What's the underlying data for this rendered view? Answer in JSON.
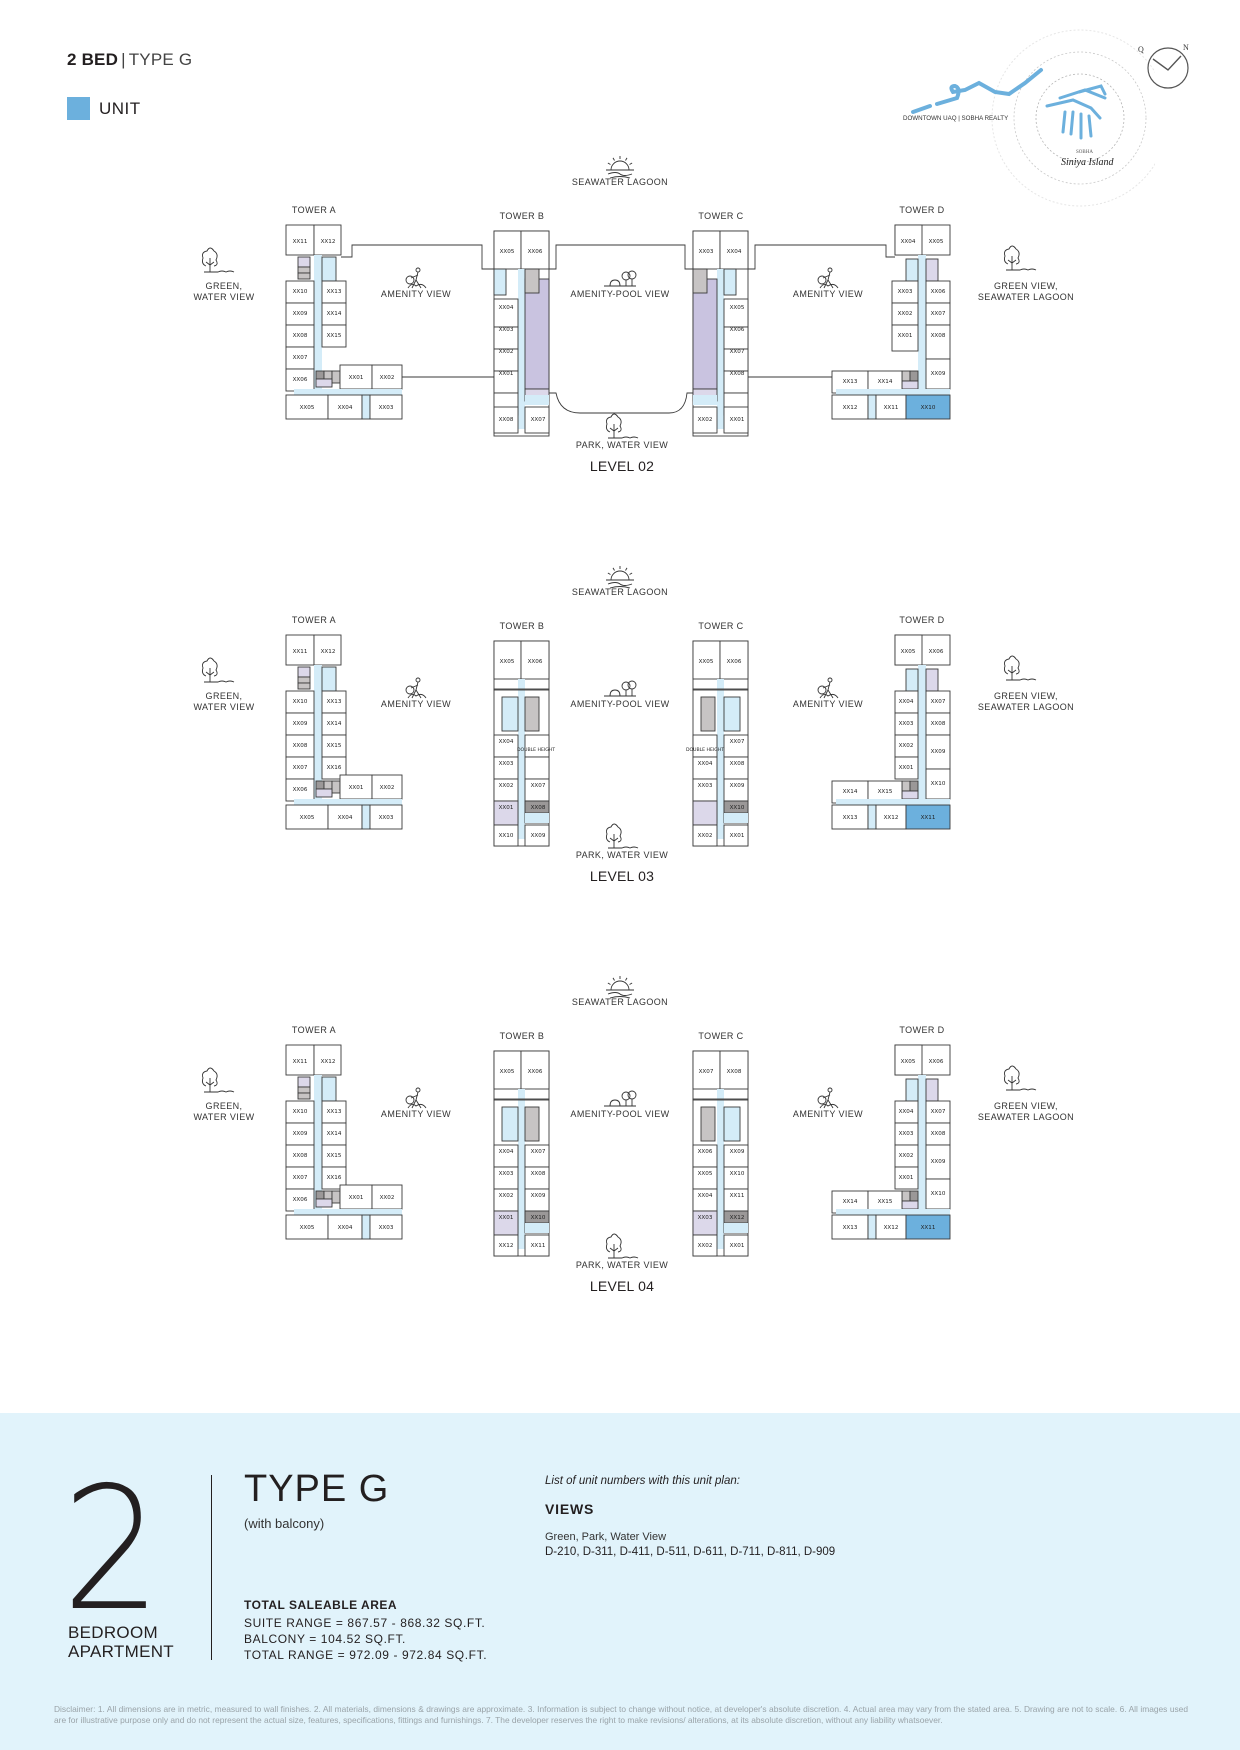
{
  "header": {
    "bed": "2 BED",
    "separator": "|",
    "type": "TYPE G"
  },
  "legend": {
    "label": "UNIT",
    "color": "#6cb0dd"
  },
  "location_map": {
    "caption": "DOWNTOWN UAQ | SOBHA REALTY",
    "brand_small": "SOBHA",
    "brand_script": "Siniya Island",
    "compass_left": "Q",
    "compass_right": "N"
  },
  "colors": {
    "unit_highlight": "#6cb0dd",
    "corridor": "#d4ecf8",
    "core_light": "#dcd8ea",
    "core_grey": "#c7c4c4",
    "core_dark": "#9b9898",
    "double_height": "#c9c3e0",
    "wall": "#3a3a3a",
    "info_bg": "#e1f3fb"
  },
  "views": {
    "top": "SEAWATER LAGOON",
    "bottom": "PARK, WATER VIEW",
    "left": [
      "GREEN,",
      "WATER VIEW"
    ],
    "right": [
      "GREEN VIEW,",
      "SEAWATER LAGOON"
    ],
    "amenity": "AMENITY VIEW",
    "amenity_pool": "AMENITY-POOL VIEW"
  },
  "levels": [
    {
      "title": "LEVEL 02",
      "towers": {
        "A": {
          "label": "TOWER A",
          "units": [
            "XX11",
            "XX12",
            "XX10",
            "XX13",
            "XX09",
            "XX14",
            "XX08",
            "XX15",
            "XX07",
            "XX06",
            "XX01",
            "XX02",
            "XX05",
            "XX04",
            "XX03"
          ]
        },
        "B": {
          "label": "TOWER B",
          "units": [
            "XX05",
            "XX06",
            "XX04",
            "XX03",
            "XX02",
            "XX01",
            "XX08",
            "XX07"
          ]
        },
        "C": {
          "label": "TOWER C",
          "units": [
            "XX03",
            "XX04",
            "XX05",
            "XX06",
            "XX07",
            "XX08",
            "XX02",
            "XX01"
          ]
        },
        "D": {
          "label": "TOWER D",
          "units": [
            "XX04",
            "XX05",
            "XX03",
            "XX06",
            "XX02",
            "XX07",
            "XX01",
            "XX08",
            "XX09",
            "XX13",
            "XX14",
            "XX12",
            "XX11",
            "XX10"
          ]
        }
      },
      "highlighted_unit": "D-XX10"
    },
    {
      "title": "LEVEL 03",
      "towers": {
        "A": {
          "label": "TOWER A",
          "units": [
            "XX11",
            "XX12",
            "XX10",
            "XX13",
            "XX09",
            "XX14",
            "XX08",
            "XX15",
            "XX07",
            "XX16",
            "XX06",
            "XX01",
            "XX02",
            "XX05",
            "XX04",
            "XX03"
          ]
        },
        "B": {
          "label": "TOWER B",
          "units": [
            "XX05",
            "XX06",
            "XX04",
            "DOUBLE HEIGHT",
            "XX03",
            "XX02",
            "XX07",
            "XX01",
            "XX08",
            "XX10",
            "XX09"
          ]
        },
        "C": {
          "label": "TOWER C",
          "units": [
            "XX05",
            "XX06",
            "DOUBLE HEIGHT",
            "XX07",
            "XX08",
            "XX04",
            "XX09",
            "XX03",
            "XX10",
            "XX02",
            "XX01"
          ]
        },
        "D": {
          "label": "TOWER D",
          "units": [
            "XX05",
            "XX06",
            "XX04",
            "XX07",
            "XX03",
            "XX08",
            "XX02",
            "XX09",
            "XX01",
            "XX10",
            "XX14",
            "XX15",
            "XX13",
            "XX12",
            "XX11"
          ]
        }
      },
      "highlighted_unit": "D-XX11"
    },
    {
      "title": "LEVEL 04",
      "towers": {
        "A": {
          "label": "TOWER A",
          "units": [
            "XX11",
            "XX12",
            "XX10",
            "XX13",
            "XX09",
            "XX14",
            "XX08",
            "XX15",
            "XX07",
            "XX16",
            "XX06",
            "XX01",
            "XX02",
            "XX05",
            "XX04",
            "XX03"
          ]
        },
        "B": {
          "label": "TOWER B",
          "units": [
            "XX05",
            "XX06",
            "XX04",
            "XX07",
            "XX03",
            "XX08",
            "XX02",
            "XX09",
            "XX01",
            "XX10",
            "XX12",
            "XX11"
          ]
        },
        "C": {
          "label": "TOWER C",
          "units": [
            "XX07",
            "XX08",
            "XX06",
            "XX09",
            "XX05",
            "XX10",
            "XX04",
            "XX11",
            "XX03",
            "XX12",
            "XX02",
            "XX01"
          ]
        },
        "D": {
          "label": "TOWER D",
          "units": [
            "XX05",
            "XX06",
            "XX04",
            "XX07",
            "XX03",
            "XX08",
            "XX02",
            "XX09",
            "XX01",
            "XX10",
            "XX14",
            "XX15",
            "XX13",
            "XX12",
            "XX11"
          ]
        }
      },
      "highlighted_unit": "D-XX11"
    }
  ],
  "info": {
    "bedrooms": "2",
    "bedroom_label": [
      "BEDROOM",
      "APARTMENT"
    ],
    "type_title": "TYPE G",
    "type_sub": "(with balcony)",
    "area_heading": "TOTAL SALEABLE AREA",
    "suite_range": "SUITE RANGE = 867.57 - 868.32 SQ.FT.",
    "balcony": "BALCONY = 104.52 SQ.FT.",
    "total_range": "TOTAL RANGE = 972.09 - 972.84 SQ.FT.",
    "list_caption": "List of unit numbers with this unit plan:",
    "views_heading": "VIEWS",
    "views_text": "Green, Park, Water View",
    "unit_numbers": "D-210, D-311, D-411, D-511, D-611, D-711, D-811, D-909"
  },
  "disclaimer": "Disclaimer: 1. All dimensions are in metric, measured to wall finishes. 2. All materials, dimensions & drawings are approximate. 3. Information is subject to change without notice, at developer's absolute discretion. 4. Actual area may vary from the stated area. 5. Drawing are not to scale. 6. All images used are for illustrative purpose only and do not represent the actual size, features, specifications, fittings and furnishings. 7. The developer reserves the right to make revisions/ alterations, at its absolute discretion, without any liability whatsoever."
}
